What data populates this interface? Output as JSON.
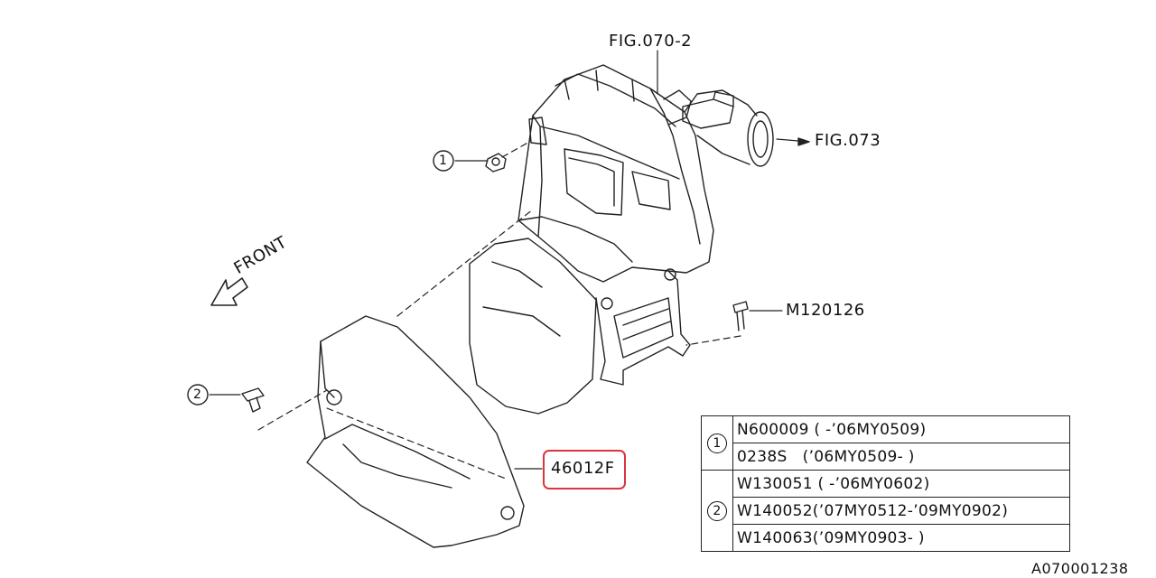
{
  "callouts": {
    "fig_top": "FIG.070-2",
    "fig_right": "FIG.073",
    "front": "FRONT",
    "bolt": "M120126",
    "part": "46012F",
    "ref_1": "1",
    "ref_2": "2",
    "diagram_id": "A070001238"
  },
  "parts_table": {
    "groups": [
      {
        "key": "1",
        "rows": [
          "N600009 ( -’06MY0509)",
          "0238S   (’06MY0509- )"
        ]
      },
      {
        "key": "2",
        "rows": [
          "W130051 ( -’06MY0602)",
          "W140052(’07MY0512-’09MY0902)",
          "W140063(’09MY0903- )"
        ]
      }
    ]
  },
  "colors": {
    "line": "#222222",
    "highlight": "#d9363e",
    "background": "#ffffff"
  }
}
